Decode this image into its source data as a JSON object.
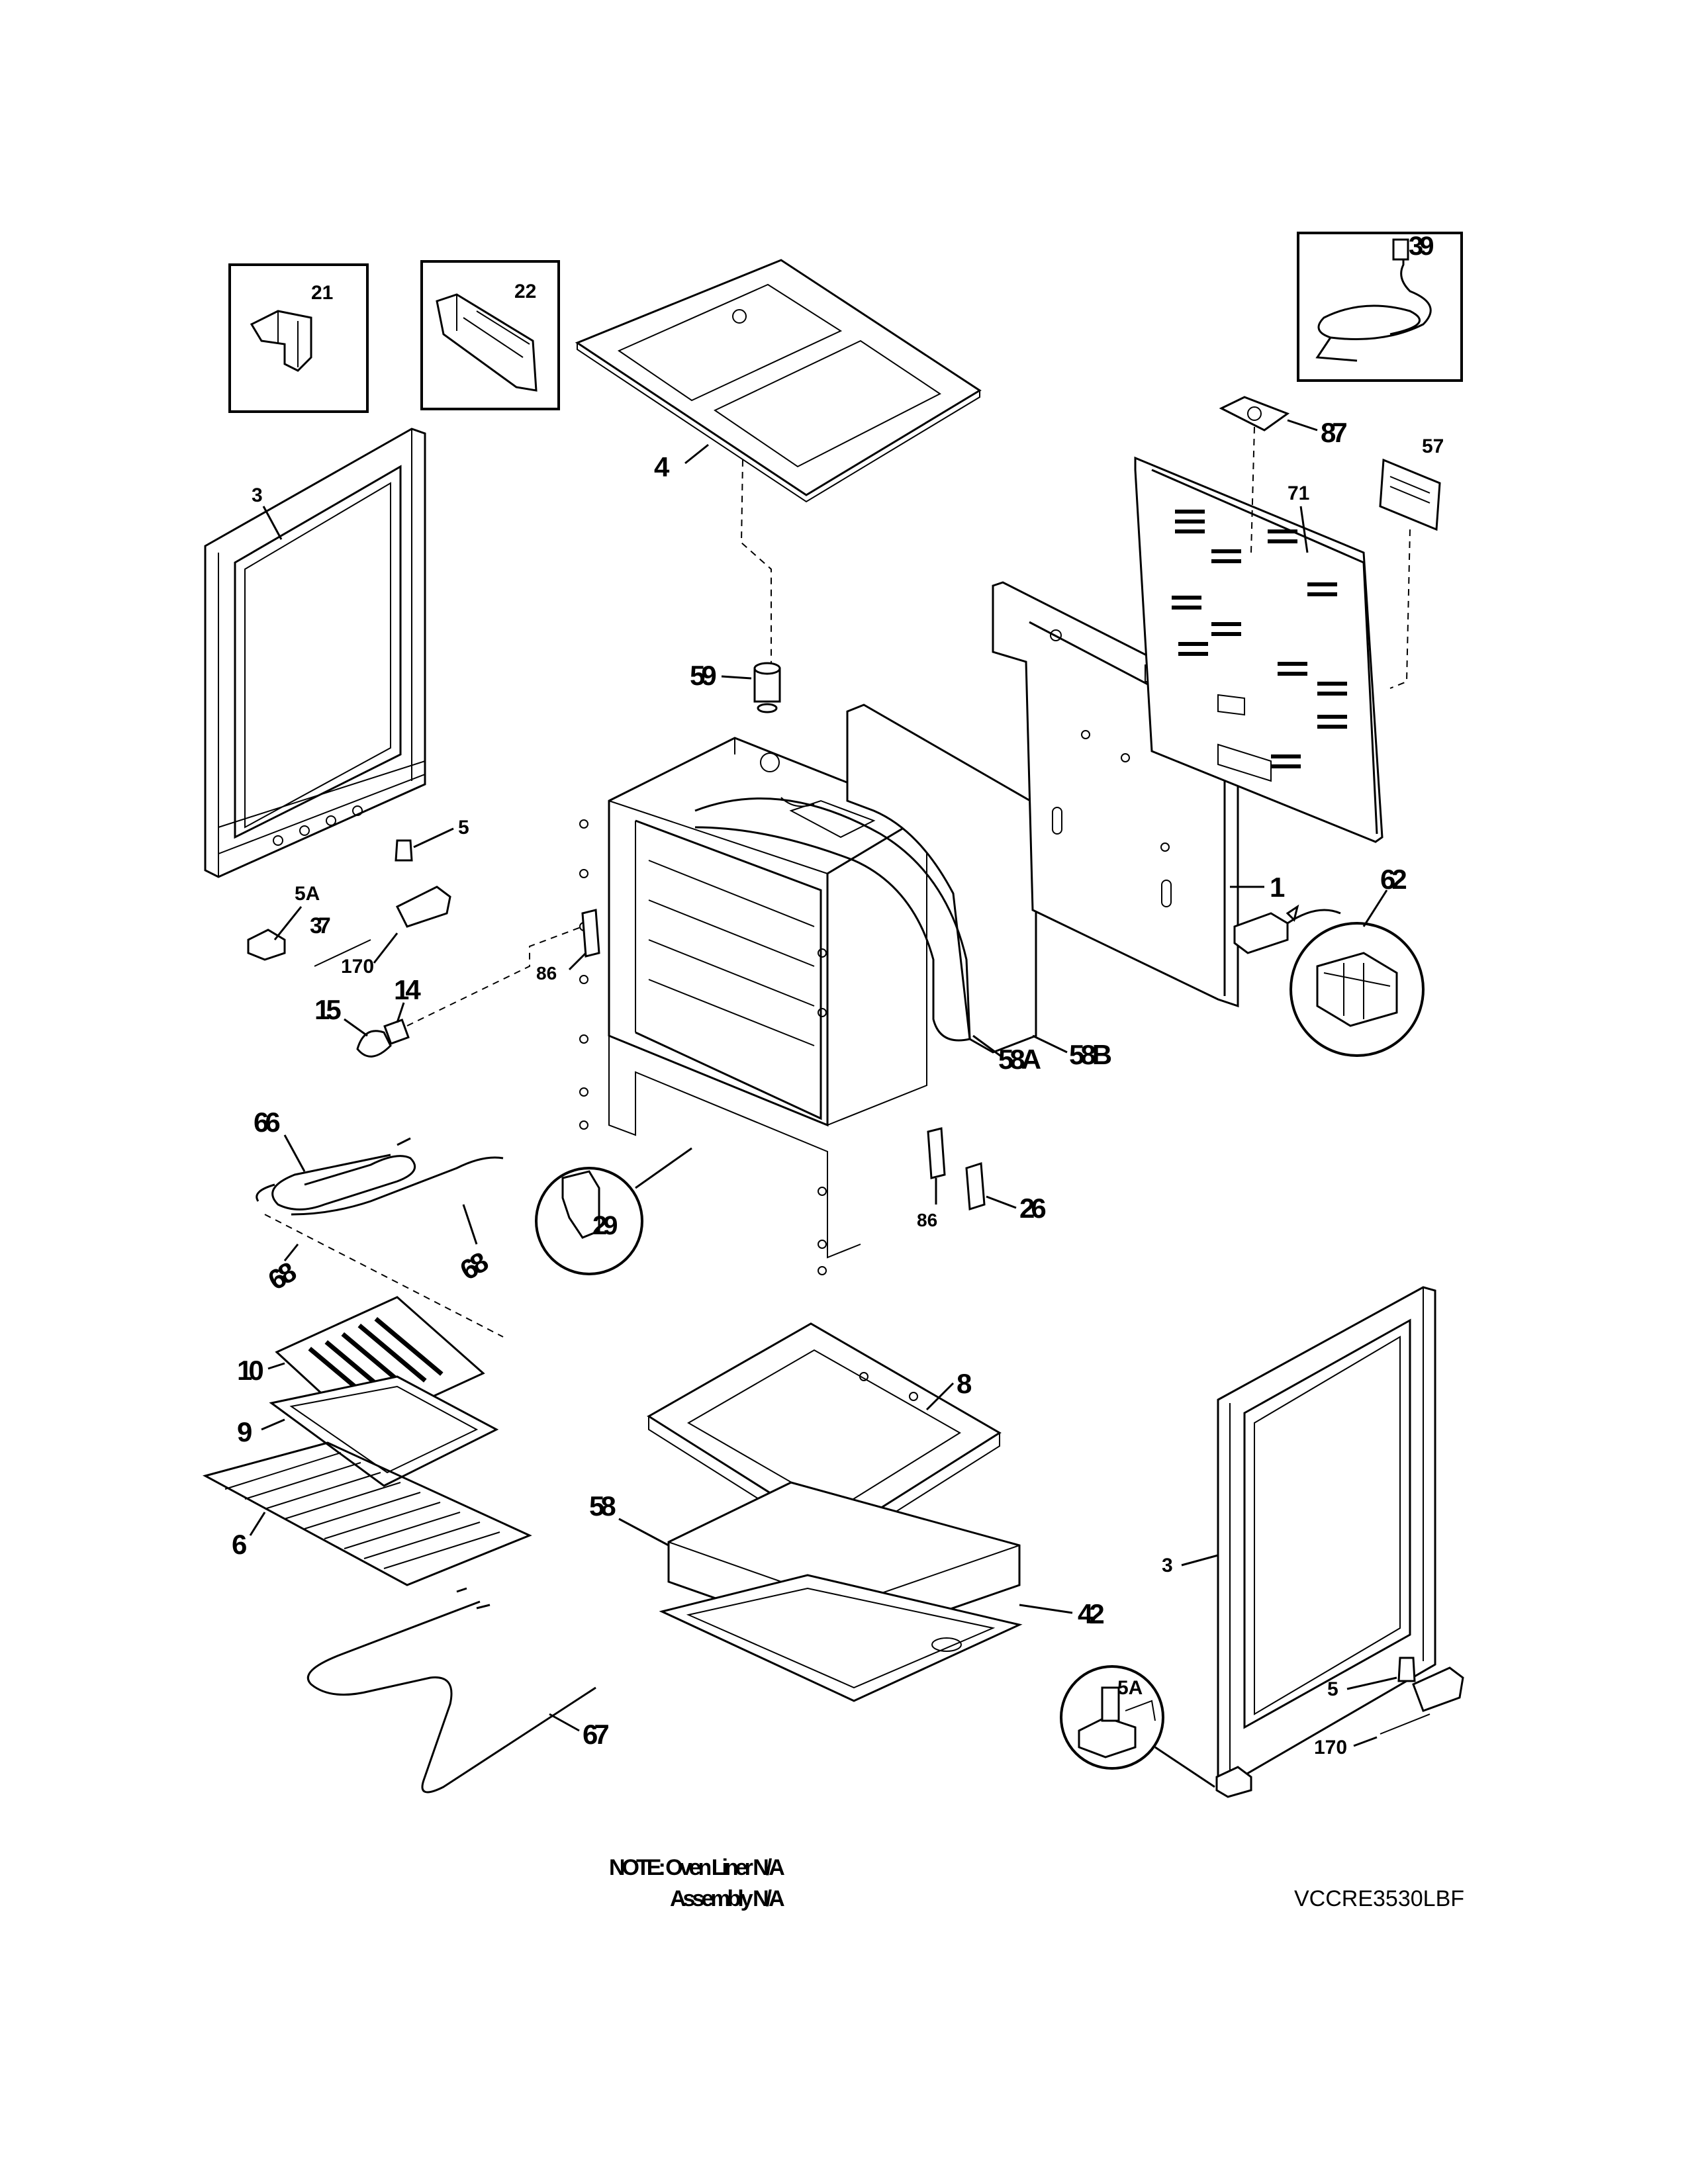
{
  "diagram": {
    "model_number": "VCCRE3530LBF",
    "note_lines": [
      "NOTE: Oven Liner N/A",
      "Assembly N/A"
    ],
    "callouts": {
      "c1": "1",
      "c3_left": "3",
      "c3_right": "3",
      "c4": "4",
      "c5_left": "5",
      "c5_right": "5",
      "c5a_left": "5A",
      "c5a_right": "5A",
      "c6": "6",
      "c8": "8",
      "c9": "9",
      "c10": "10",
      "c14": "14",
      "c15": "15",
      "c21": "21",
      "c22": "22",
      "c26": "26",
      "c29": "29",
      "c37": "37",
      "c39": "39",
      "c42": "42",
      "c57": "57",
      "c58": "58",
      "c58a": "58A",
      "c58b": "58B",
      "c59": "59",
      "c62": "62",
      "c66": "66",
      "c67": "67",
      "c68_left": "68",
      "c68_right": "68",
      "c71": "71",
      "c86_left": "86",
      "c86_right": "86",
      "c87": "87",
      "c170_left": "170",
      "c170_right": "170"
    }
  }
}
